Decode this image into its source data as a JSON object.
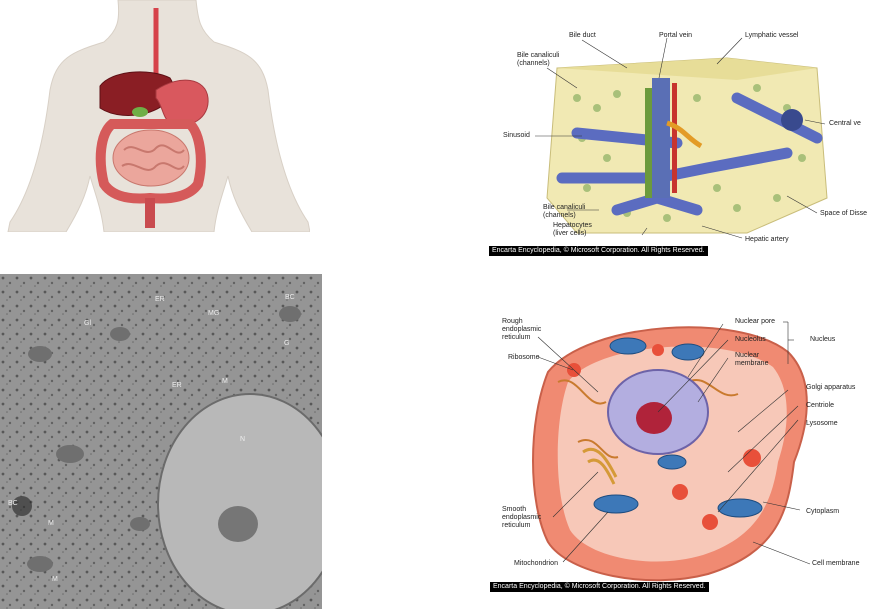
{
  "liver": {
    "labels": {
      "bile_duct": "Bile duct",
      "portal_vein": "Portal vein",
      "lymphatic_vessel": "Lymphatic vessel",
      "bile_canaliculi_top": "Bile canaliculi\n(channels)",
      "sinusoid": "Sinusoid",
      "central_vein": "Central ve",
      "bile_canaliculi_bottom": "Bile canaliculi\n(channels)",
      "space_of_disse": "Space of Disse",
      "hepatocytes": "Hepatocytes\n(liver cells)",
      "hepatic_artery": "Hepatic artery"
    },
    "credit": "Encarta Encyclopedia, © Microsoft Corporation. All Rights Reserved."
  },
  "micrograph": {
    "labels": {
      "er1": "ER",
      "bc1": "BC",
      "mg": "MG",
      "gl": "Gl",
      "er2": "ER",
      "m1": "M",
      "g": "G",
      "n": "N",
      "bc2": "BC",
      "m2": "M",
      "m3": "M"
    }
  },
  "cell": {
    "labels": {
      "rough_er": "Rough\nendoplasmic\nreticulum",
      "ribosome": "Ribosome",
      "nuclear_pore": "Nuclear pore",
      "nucleolus": "Nucleolus",
      "nuclear_membrane": "Nuclear\nmembrane",
      "nucleus": "Nucleus",
      "golgi": "Golgi apparatus",
      "centriole": "Centriole",
      "lysosome": "Lysosome",
      "smooth_er": "Smooth\nendoplasmic\nreticulum",
      "cytoplasm": "Cytoplasm",
      "mitochondrion": "Mitochondrion",
      "cell_membrane": "Cell membrane"
    },
    "credit": "Encarta Encyclopedia, © Microsoft Corporation. All Rights Reserved."
  }
}
